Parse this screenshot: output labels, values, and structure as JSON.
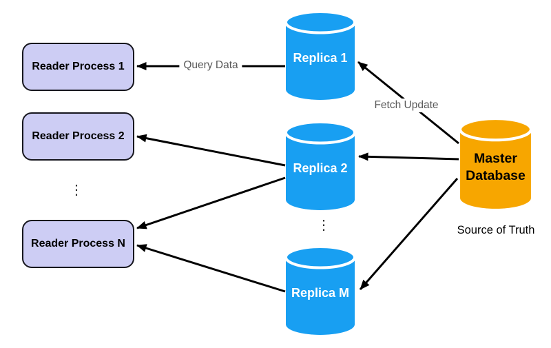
{
  "diagram": {
    "readers": [
      {
        "label": "Reader Process 1"
      },
      {
        "label": "Reader Process 2"
      },
      {
        "label": "Reader Process N"
      }
    ],
    "replicas": [
      {
        "label": "Replica 1"
      },
      {
        "label": "Replica 2"
      },
      {
        "label": "Replica M"
      }
    ],
    "master": {
      "label": "Master Database",
      "caption": "Source of Truth"
    },
    "edges": {
      "query_label": "Query Data",
      "fetch_label": "Fetch Update"
    },
    "ellipsis": "⋮",
    "colors": {
      "replica_fill": "#189FF2",
      "master_fill": "#F7A600",
      "reader_fill": "#CDCDF4",
      "reader_border": "#16161d",
      "cylinder_divider": "#FFFFFF",
      "replica_text": "#FFFFFF",
      "node_text": "#000000",
      "edge_label": "#595959",
      "arrow": "#000000",
      "background": "#FFFFFF"
    }
  }
}
